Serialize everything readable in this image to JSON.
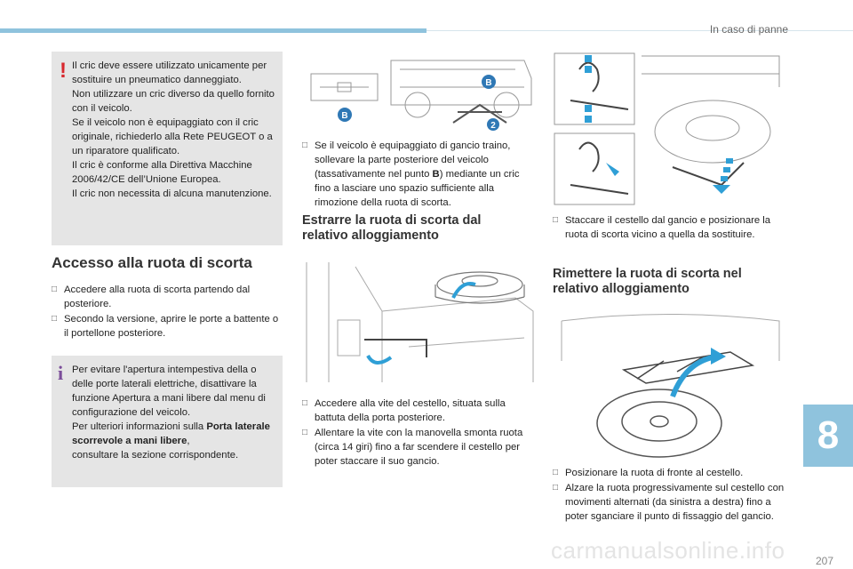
{
  "header": {
    "chapter_title": "In caso di panne",
    "chapter_number": "8",
    "page_number": "207"
  },
  "warning_box": {
    "text": "Il cric deve essere utilizzato unicamente per sostituire un pneumatico danneggiato.\nNon utilizzare un cric diverso da quello fornito con il veicolo.\nSe il veicolo non è equipaggiato con il cric originale, richiederlo alla Rete PEUGEOT o a un riparatore qualificato.\nIl cric è conforme alla Direttiva Macchine 2006/42/CE dell’Unione Europea.\nIl cric non necessita di alcuna manutenzione."
  },
  "access_section": {
    "title": "Accesso alla ruota di scorta",
    "bullets": [
      "Accedere alla ruota di scorta partendo dal posteriore.",
      "Secondo la versione, aprire le porte a battente o il portellone posteriore."
    ]
  },
  "info_box": {
    "text_pre": "Per evitare l'apertura intempestiva della o delle porte laterali elettriche, disattivare la funzione Apertura a mani libere dal menu di configurazione del veicolo.\nPer ulteriori informazioni sulla ",
    "text_bold": "Porta laterale scorrevole a mani libere",
    "text_post": ",\nconsultare la sezione corrispondente."
  },
  "figure1": {
    "label_b_top": "B",
    "label_b_bottom": "B",
    "label_2": "2"
  },
  "tow_hook_bullet": {
    "pre": "Se il veicolo è equipaggiato di gancio traino, sollevare la parte posteriore del veicolo (tassativamente nel punto ",
    "bold": "B",
    "post": ") mediante un cric fino a lasciare uno spazio sufficiente alla rimozione della ruota di scorta."
  },
  "extract_section": {
    "title": "Estrarre la ruota di scorta dal relativo alloggiamento",
    "bullets": [
      "Accedere alla vite del cestello, situata sulla battuta della porta posteriore.",
      "Allentare la vite con la manovella smonta ruota (circa 14 giri) fino a far scendere il cestello per poter staccare il suo gancio."
    ]
  },
  "unhook_bullet": "Staccare il cestello dal gancio e posizionare la ruota di scorta vicino a quella da sostituire.",
  "refit_section": {
    "title": "Rimettere la ruota di scorta nel relativo alloggiamento",
    "bullets": [
      "Posizionare la ruota di fronte al cestello.",
      "Alzare la ruota progressivamente sul cestello con movimenti alternati (da sinistra a destra) fino a poter sganciare il punto di fissaggio del gancio."
    ]
  },
  "watermark": "carmanualsonline.info",
  "icons": {
    "bullet": "checkbox-icon",
    "warning": "exclamation-icon",
    "info": "info-icon"
  },
  "colors": {
    "accent": "#8fc3dd",
    "warning": "#d8282e",
    "info": "#7b4d9a",
    "arrow": "#2f9fd6",
    "box": "#e5e5e5"
  }
}
